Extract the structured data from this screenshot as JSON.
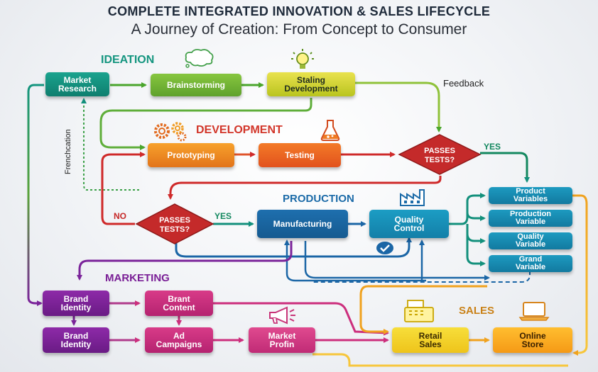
{
  "title": "COMPLETE INTEGRATED INNOVATION & SALES LIFECYCLE",
  "subtitle": "A Journey of Creation: From Concept to Consumer",
  "sections": {
    "ideation": "IDEATION",
    "development": "DEVELOPMENT",
    "production": "PRODUCTION",
    "marketing": "MARKETING",
    "sales": "SALES"
  },
  "nodes": {
    "market_research": "Market\nResearch",
    "brainstorming": "Brainstorming",
    "staling": "Staling\nDevelopment",
    "prototyping": "Prototyping",
    "testing": "Testing",
    "manufacturing": "Manufacturing",
    "quality_control": "Quality\nControl",
    "product_variables": "Product\nVariables",
    "production_variable": "Production\nVariable",
    "quality_variable": "Quality\nVariable",
    "grand_variable": "Grand\nVariable",
    "brand_identity_1": "Brand\nIdentity",
    "brant_content": "Brant\nContent",
    "brand_identity_2": "Brand\nIdentity",
    "ad_campaigns": "Ad\nCampaigns",
    "market_profin": "Market\nProfin",
    "retail_sales": "Retail\nSales",
    "online_store": "Online\nStore"
  },
  "decisions": {
    "upper_line1": "PASSES",
    "upper_line2": "TESTS?",
    "lower_line1": "PASSES",
    "lower_line2": "TESTS?"
  },
  "edge_labels": {
    "feedback": "Feedback",
    "frenchcation": "Frenchcation",
    "yes_upper": "YES",
    "yes_lower": "YES",
    "no": "NO"
  },
  "colors": {
    "ideation": "#14957f",
    "development": "#d2362a",
    "production": "#1c6ba8",
    "marketing": "#7a1f96",
    "sales": "#d5891c",
    "yes": "#13885f",
    "no": "#c62828"
  },
  "icons": [
    "thought-bubble-icon",
    "lightbulb-icon",
    "gears-icon",
    "flask-icon",
    "factory-icon",
    "checkmark-icon",
    "megaphone-icon",
    "cash-register-icon",
    "laptop-icon"
  ]
}
